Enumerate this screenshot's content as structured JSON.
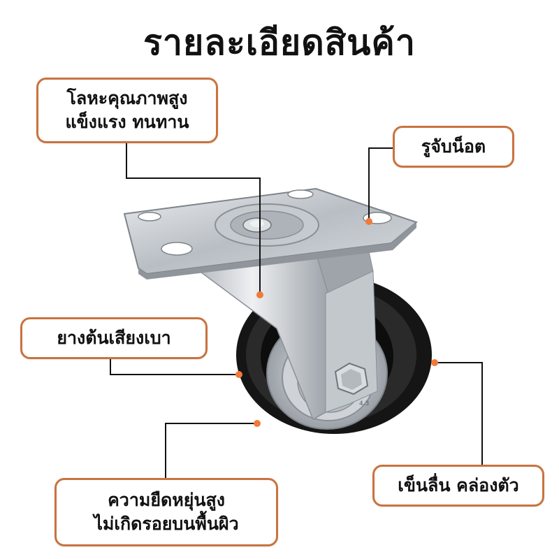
{
  "title": "รายละเอียดสินค้า",
  "callouts": {
    "material": {
      "line1": "โลหะคุณภาพสูง",
      "line2": "แข็งแรง ทนทาน"
    },
    "bolt_hole": {
      "label": "รูจับน็อต"
    },
    "rubber": {
      "label": "ยางต้นเสียงเบา"
    },
    "smooth": {
      "label": "เข็นลื่น คล่องตัว"
    },
    "elastic": {
      "line1": "ความยืดหยุ่นสูง",
      "line2": "ไม่เกิดรอยบนพื้นผิว"
    }
  },
  "wheel_marking": "4.3",
  "colors": {
    "accent": "#c9733f",
    "marker": "#f07a3a",
    "metal": "#c8ccd0",
    "tire": "#1a1a1a"
  }
}
